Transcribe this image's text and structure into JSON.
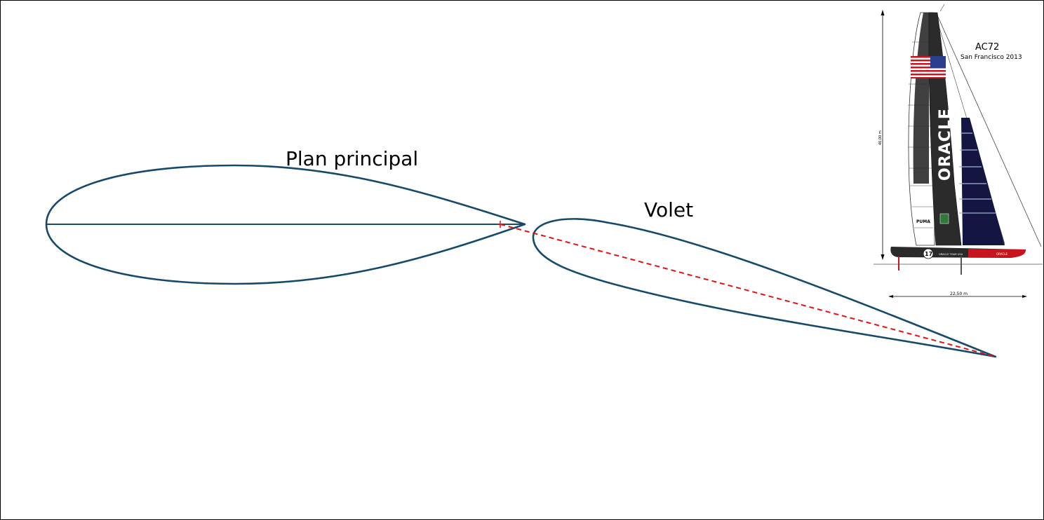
{
  "diagram": {
    "main_element_label": "Plan principal",
    "flap_label": "Volet"
  },
  "boat_inset": {
    "model": "AC72",
    "event": "San Francisco 2013",
    "height_dim": "40,00 m",
    "length_dim": "22,50 m",
    "wing_logo": "ORACLE",
    "hull_text": "ORACLE TEAM USA",
    "sail_number": "17",
    "hull_logo": "ORACLE",
    "sponsor_puma": "PUMA"
  },
  "colors": {
    "profile_stroke": "#164a6c",
    "chord_line_dashed": "#e81010",
    "wing_dark": "#2b2b2b",
    "jib": "#141541",
    "hull_red": "#c8141e"
  }
}
